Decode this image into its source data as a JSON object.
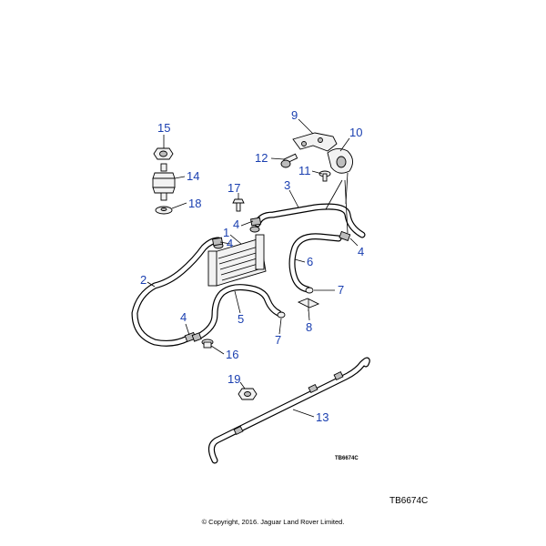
{
  "callouts": [
    {
      "id": "1",
      "text": "1"
    },
    {
      "id": "2",
      "text": "2"
    },
    {
      "id": "3",
      "text": "3"
    },
    {
      "id": "4a",
      "text": "4"
    },
    {
      "id": "4b",
      "text": "4"
    },
    {
      "id": "4c",
      "text": "4"
    },
    {
      "id": "4d",
      "text": "4"
    },
    {
      "id": "5",
      "text": "5"
    },
    {
      "id": "6",
      "text": "6"
    },
    {
      "id": "7a",
      "text": "7"
    },
    {
      "id": "7b",
      "text": "7"
    },
    {
      "id": "8",
      "text": "8"
    },
    {
      "id": "9",
      "text": "9"
    },
    {
      "id": "10",
      "text": "10"
    },
    {
      "id": "11",
      "text": "11"
    },
    {
      "id": "12",
      "text": "12"
    },
    {
      "id": "13",
      "text": "13"
    },
    {
      "id": "14",
      "text": "14"
    },
    {
      "id": "15",
      "text": "15"
    },
    {
      "id": "16",
      "text": "16"
    },
    {
      "id": "17",
      "text": "17"
    },
    {
      "id": "18",
      "text": "18"
    },
    {
      "id": "19",
      "text": "19"
    }
  ],
  "reference_small": "TB6674C",
  "reference_main": "TB6674C",
  "copyright": "© Copyright, 2016. Jaguar Land Rover Limited.",
  "colors": {
    "callout": "#1a3fb0",
    "line": "#000000",
    "background": "#ffffff"
  }
}
